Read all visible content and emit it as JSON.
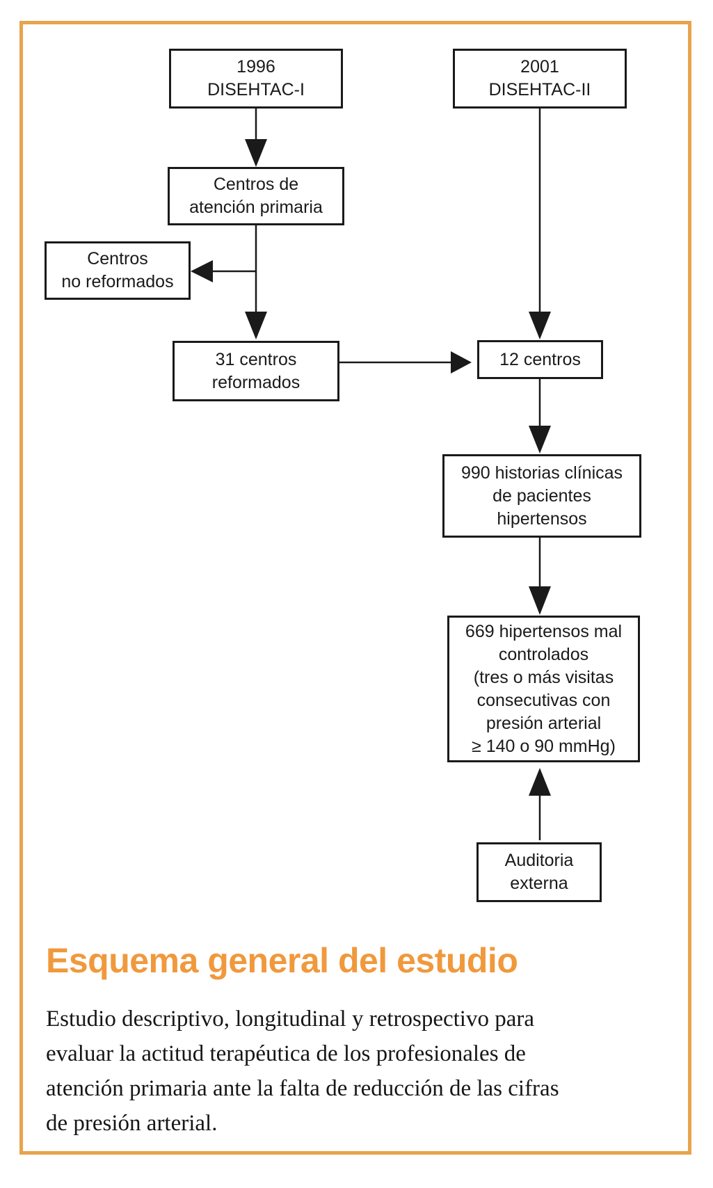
{
  "colors": {
    "frame_orange": "#E7A44C",
    "title_orange": "#F0993C",
    "line_black": "#1a1a1a"
  },
  "flowchart": {
    "box_disehtac_i": "1996\nDISEHTAC-I",
    "box_disehtac_ii": "2001\nDISEHTAC-II",
    "box_centros_atencion": "Centros de\natención primaria",
    "box_centros_no_reformados": "Centros\nno reformados",
    "box_31_centros": "31 centros\nreformados",
    "box_12_centros": "12 centros",
    "box_990_historias": "990 historias clínicas\nde pacientes\nhipertensos",
    "box_669_hipertensos": "669 hipertensos mal\ncontrolados\n(tres o más visitas\nconsecutivas con\npresión arterial\n≥ 140 o 90 mmHg)",
    "box_auditoria": "Auditoria\nexterna"
  },
  "caption": {
    "title": "Esquema general del estudio",
    "lines": [
      "Estudio descriptivo, longitudinal y retrospectivo para",
      "evaluar la actitud terapéutica de los profesionales de",
      "atención primaria ante la falta de reducción de las cifras",
      "de presión arterial."
    ]
  }
}
